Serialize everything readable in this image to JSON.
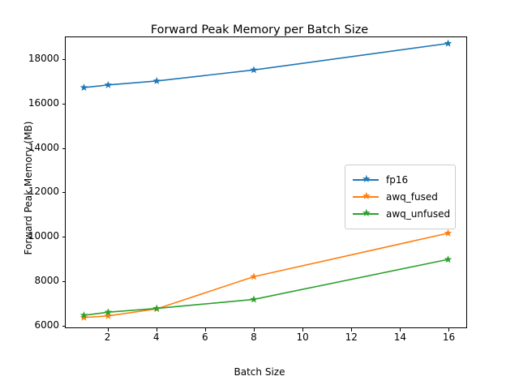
{
  "chart_data": {
    "type": "line",
    "title": "Forward Peak Memory per Batch Size",
    "xlabel": "Batch Size",
    "ylabel": "Forward Peak Memory (MB)",
    "x": [
      1,
      2,
      4,
      8,
      16
    ],
    "xlim": [
      0.25,
      16.75
    ],
    "ylim": [
      5880,
      19030
    ],
    "xticks": [
      2,
      4,
      6,
      8,
      10,
      12,
      14,
      16
    ],
    "xtick_labels": [
      "2",
      "4",
      "6",
      "8",
      "10",
      "12",
      "14",
      "16"
    ],
    "yticks": [
      6000,
      8000,
      10000,
      12000,
      14000,
      16000,
      18000
    ],
    "ytick_labels": [
      "6000",
      "8000",
      "10000",
      "12000",
      "14000",
      "16000",
      "18000"
    ],
    "grid": false,
    "legend_position": "center right",
    "marker": "star",
    "series": [
      {
        "name": "fp16",
        "color": "#1f77b4",
        "values": [
          16750,
          16870,
          17050,
          17550,
          18750
        ]
      },
      {
        "name": "awq_fused",
        "color": "#ff7f0e",
        "values": [
          6330,
          6400,
          6720,
          8180,
          10150
        ]
      },
      {
        "name": "awq_unfused",
        "color": "#2ca02c",
        "values": [
          6430,
          6570,
          6740,
          7150,
          8960
        ]
      }
    ]
  },
  "legend": {
    "entries": [
      {
        "label": "fp16"
      },
      {
        "label": "awq_fused"
      },
      {
        "label": "awq_unfused"
      }
    ]
  },
  "axes": {
    "title": "Forward Peak Memory per Batch Size",
    "x_axis_label": "Batch Size",
    "y_axis_label": "Forward Peak Memory (MB)"
  }
}
